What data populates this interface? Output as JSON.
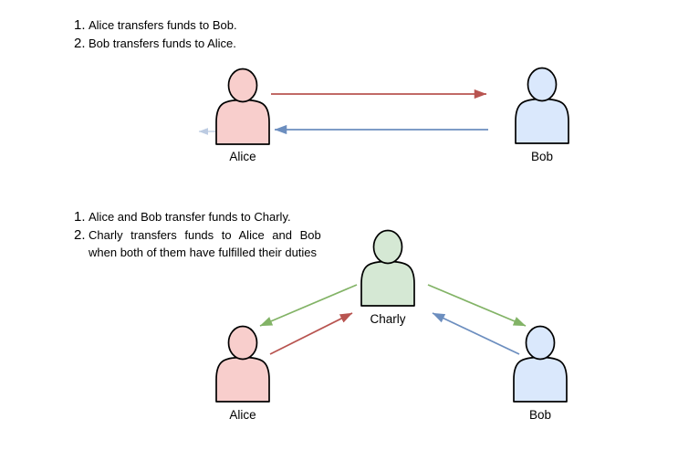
{
  "colors": {
    "background": "#ffffff",
    "text": "#000000",
    "figure_outline": "#000000",
    "alice_fill": "#f8cecc",
    "bob_fill": "#dae8fc",
    "charly_fill": "#d5e8d4",
    "red_arrow": "#b85450",
    "blue_arrow": "#6c8ebf",
    "green_arrow": "#82b366"
  },
  "scenario1": {
    "steps": {
      "s1_num": "1.",
      "s1_text": "Alice transfers funds to Bob.",
      "s2_num": "2.",
      "s2_text": "Bob transfers funds to Alice."
    },
    "labels": {
      "alice": "Alice",
      "bob": "Bob"
    }
  },
  "scenario2": {
    "steps": {
      "s1_num": "1.",
      "s1_text": "Alice and Bob transfer funds to Charly.",
      "s2_num": "2.",
      "s2_text_line1": "Charly transfers funds to Alice and Bob",
      "s2_text_line2": "when both of them have fulfilled their duties"
    },
    "labels": {
      "alice": "Alice",
      "charly": "Charly",
      "bob": "Bob"
    }
  }
}
